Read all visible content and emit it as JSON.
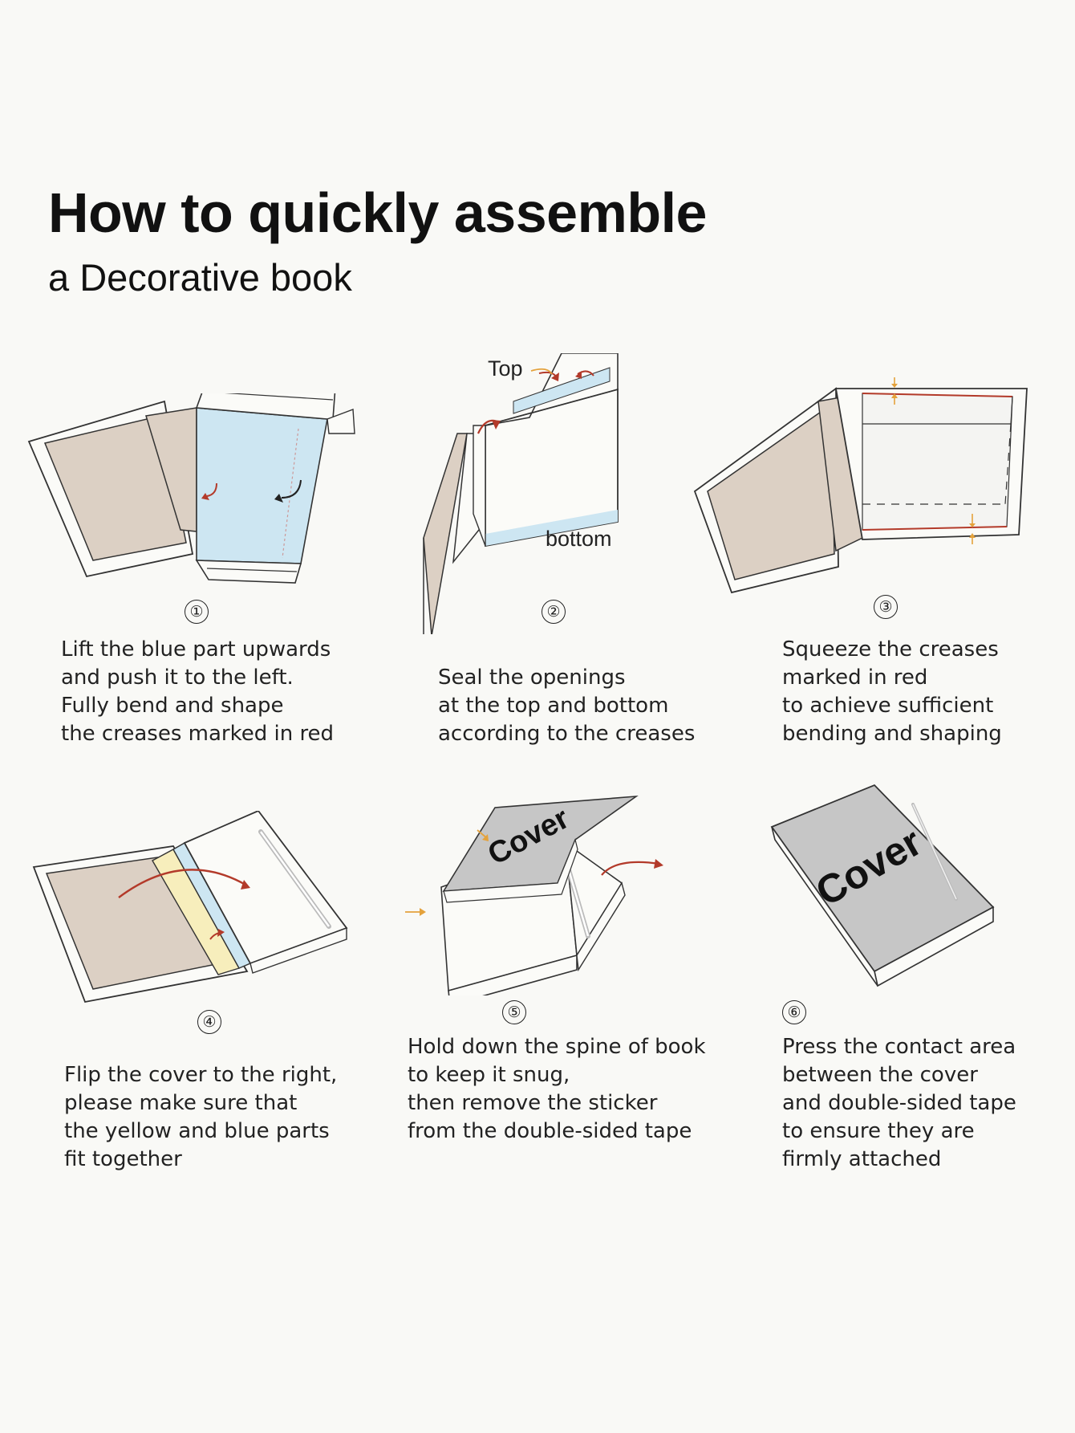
{
  "title": "How to quickly assemble",
  "subtitle": "a Decorative book",
  "colors": {
    "background": "#f9f9f6",
    "kraft": "#dcd0c4",
    "blue_part": "#cde6f2",
    "yellow_part": "#f7eebc",
    "cover_gray": "#c6c6c6",
    "crease_red": "#b33a2a",
    "arrow_orange": "#e4a23c"
  },
  "steps": [
    {
      "number": "①",
      "icon": "fold-blue-part-icon",
      "lines": [
        "Lift the blue part upwards",
        "and push it to the left.",
        "Fully bend and shape",
        "the creases marked in red"
      ]
    },
    {
      "number": "②",
      "icon": "seal-openings-icon",
      "labels": {
        "top": "Top",
        "bottom": "bottom"
      },
      "lines": [
        "Seal the openings",
        "at the top and bottom",
        "according to the creases"
      ]
    },
    {
      "number": "③",
      "icon": "squeeze-creases-icon",
      "lines": [
        "Squeeze the creases",
        "marked in red",
        "to achieve sufficient",
        "bending and shaping"
      ]
    },
    {
      "number": "④",
      "icon": "flip-cover-icon",
      "lines": [
        "Flip the cover to the right,",
        "please make sure that",
        "the yellow and blue parts",
        "fit together"
      ]
    },
    {
      "number": "⑤",
      "icon": "remove-sticker-icon",
      "cover_word": "Cover",
      "lines": [
        "Hold down the spine of book",
        "to keep it snug,",
        "then remove the sticker",
        "from the double-sided tape"
      ]
    },
    {
      "number": "⑥",
      "icon": "attach-cover-icon",
      "cover_word": "Cover",
      "lines": [
        "Press the contact area",
        "between the cover",
        "and double-sided tape",
        "to ensure they are",
        "firmly attached"
      ]
    }
  ]
}
